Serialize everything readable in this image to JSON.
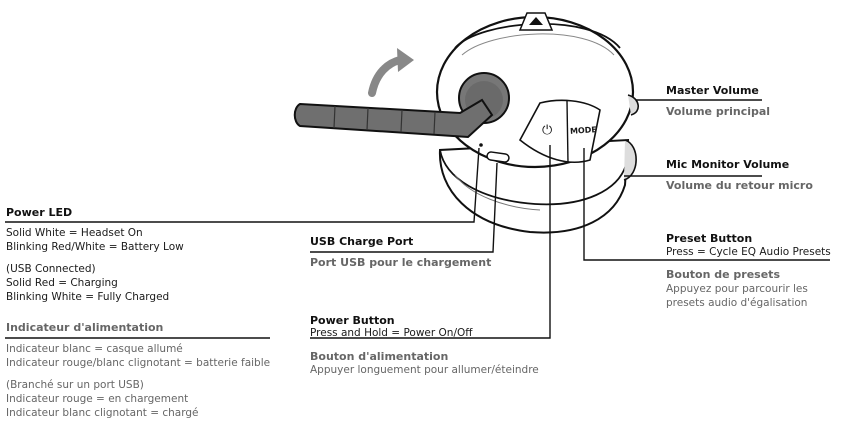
{
  "power_led": {
    "title": "Power LED",
    "line1": "Solid White = Headset On",
    "line2": "Blinking Red/White = Battery Low",
    "usb_header": "(USB Connected)",
    "usb_line1": "Solid Red = Charging",
    "usb_line2": "Blinking White = Fully Charged",
    "fr_title": "Indicateur d'alimentation",
    "fr_line1": "Indicateur blanc = casque allumé",
    "fr_line2": "Indicateur rouge/blanc clignotant = batterie faible",
    "fr_usb_header": "(Branché sur un port USB)",
    "fr_usb_line1": "Indicateur rouge = en chargement",
    "fr_usb_line2": "Indicateur blanc clignotant = chargé"
  },
  "usb_port": {
    "title": "USB Charge Port",
    "fr_title": "Port USB pour le chargement"
  },
  "power_button": {
    "title": "Power Button",
    "desc": "Press and Hold = Power On/Off",
    "fr_title": "Bouton d'alimentation",
    "fr_desc": "Appuyer longuement pour allumer/éteindre"
  },
  "master_volume": {
    "title": "Master Volume",
    "fr_title": "Volume principal"
  },
  "mic_monitor": {
    "title": "Mic Monitor Volume",
    "fr_title": "Volume du retour micro"
  },
  "preset_button": {
    "title": "Preset Button",
    "desc": "Press = Cycle EQ Audio Presets",
    "fr_title": "Bouton de presets",
    "fr_line1": "Appuyez pour parcourir les",
    "fr_line2": "presets audio d'égalisation"
  },
  "device": {
    "mode_label": "MODE",
    "power_symbol": "⏻"
  }
}
